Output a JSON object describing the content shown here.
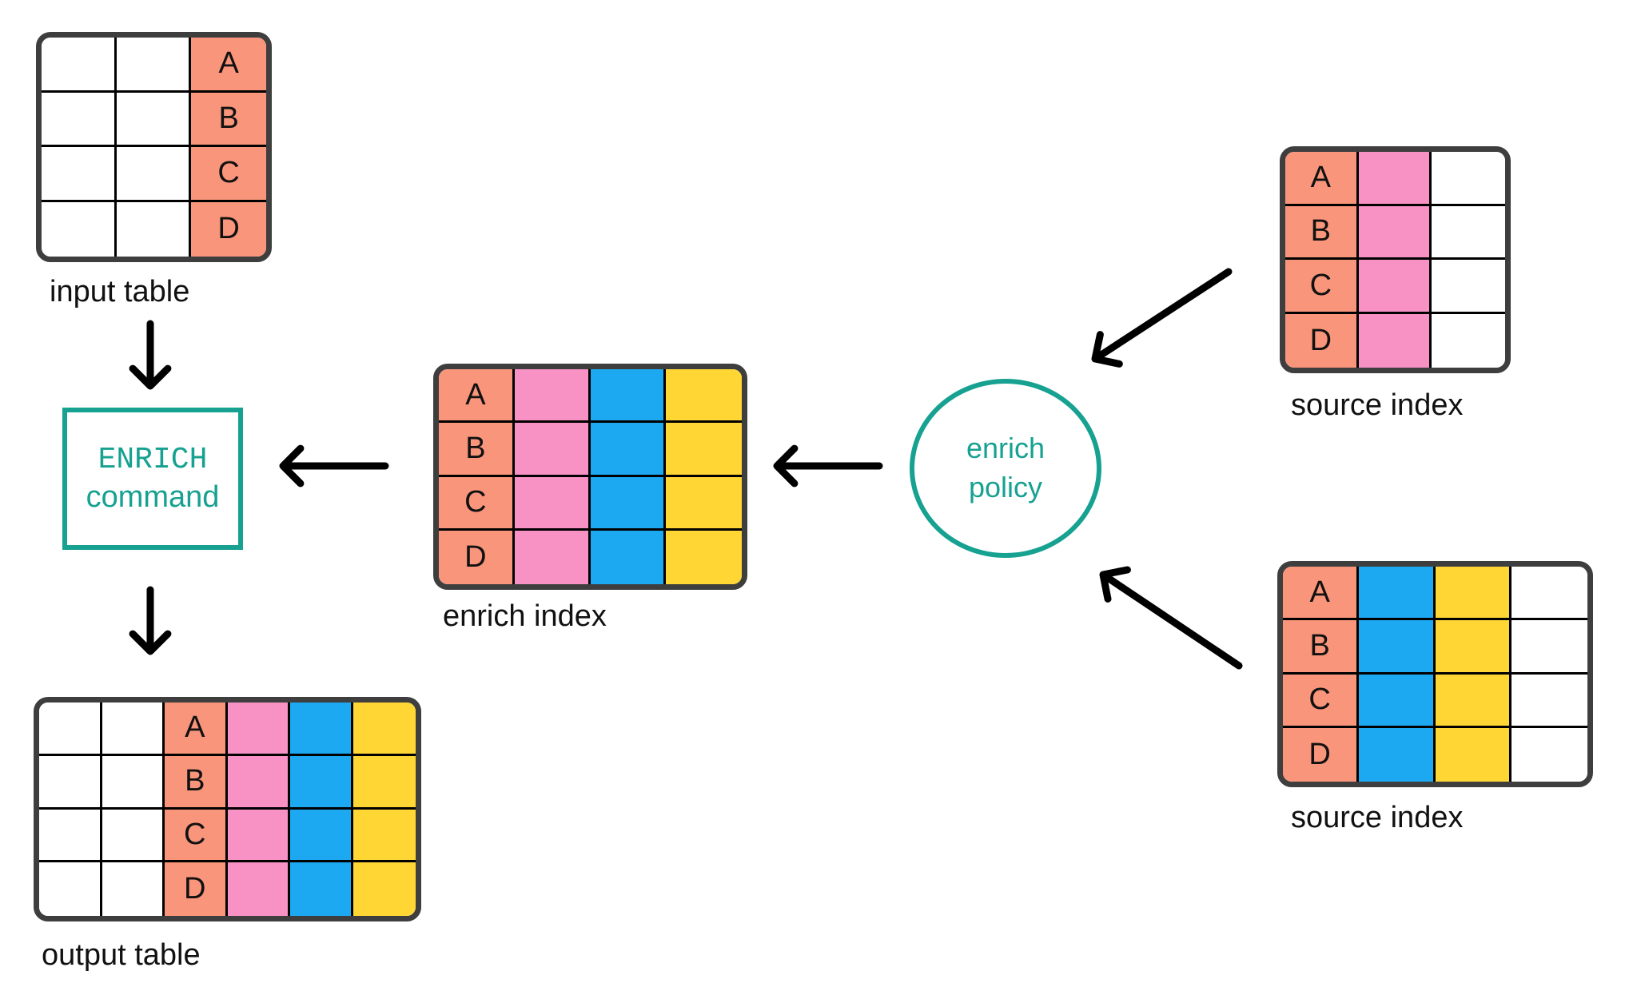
{
  "colors": {
    "white": "#FFFFFF",
    "salmon": "#F9957A",
    "pink": "#F892C5",
    "blue": "#1CA9F2",
    "yellow": "#FFD634",
    "teal": "#16A191",
    "table_border": "#3E3E3E",
    "grid_line": "#000000",
    "arrow": "#000000",
    "text": "#111111"
  },
  "tables": {
    "input": {
      "label": "input table",
      "row_labels": [
        "A",
        "B",
        "C",
        "D"
      ],
      "columns": [
        "white",
        "white",
        "salmon"
      ],
      "letters_column": 2
    },
    "enrich_index": {
      "label": "enrich index",
      "row_labels": [
        "A",
        "B",
        "C",
        "D"
      ],
      "columns": [
        "salmon",
        "pink",
        "blue",
        "yellow"
      ],
      "letters_column": 0
    },
    "source_top": {
      "label": "source index",
      "row_labels": [
        "A",
        "B",
        "C",
        "D"
      ],
      "columns": [
        "salmon",
        "pink",
        "white"
      ],
      "letters_column": 0
    },
    "source_bottom": {
      "label": "source index",
      "row_labels": [
        "A",
        "B",
        "C",
        "D"
      ],
      "columns": [
        "salmon",
        "blue",
        "yellow",
        "white"
      ],
      "letters_column": 0
    },
    "output": {
      "label": "output table",
      "row_labels": [
        "A",
        "B",
        "C",
        "D"
      ],
      "columns": [
        "white",
        "white",
        "salmon",
        "pink",
        "blue",
        "yellow"
      ],
      "letters_column": 2
    }
  },
  "nodes": {
    "enrich_command": {
      "line1": "ENRICH",
      "line2": "command"
    },
    "enrich_policy": {
      "line1": "enrich",
      "line2": "policy"
    }
  },
  "arrows": [
    {
      "id": "input-to-command",
      "from": "input table",
      "to": "ENRICH command"
    },
    {
      "id": "index-to-command",
      "from": "enrich index",
      "to": "ENRICH command"
    },
    {
      "id": "policy-to-index",
      "from": "enrich policy",
      "to": "enrich index"
    },
    {
      "id": "source-top-to-policy",
      "from": "source index (top)",
      "to": "enrich policy"
    },
    {
      "id": "source-bottom-to-policy",
      "from": "source index (bottom)",
      "to": "enrich policy"
    },
    {
      "id": "command-to-output",
      "from": "ENRICH command",
      "to": "output table"
    }
  ]
}
